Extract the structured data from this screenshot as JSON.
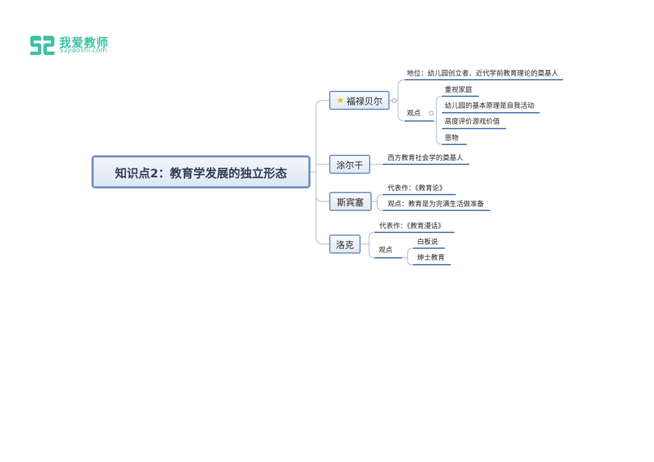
{
  "brand": {
    "logo_cn": "我爱教师",
    "logo_en": "52jiaoshi.com",
    "color": "#3cc2a4"
  },
  "mindmap": {
    "root": "知识点2：教育学发展的独立形态",
    "branches": [
      {
        "label": "福禄贝尔",
        "starred": true,
        "children": [
          {
            "label": "地位：幼儿园创立者、近代学前教育理论的奠基人"
          },
          {
            "label": "观点",
            "children": [
              "重视家庭",
              "幼儿园的基本原理是自我活动",
              "高度评价游戏价值",
              "恩物"
            ]
          }
        ]
      },
      {
        "label": "涂尔干",
        "children": [
          {
            "label": "西方教育社会学的奠基人"
          }
        ]
      },
      {
        "label": "斯宾塞",
        "children": [
          {
            "label": "代表作：《教育论》"
          },
          {
            "label": "观点：教育是为完满生活做准备"
          }
        ]
      },
      {
        "label": "洛克",
        "children": [
          {
            "label": "代表作：《教育漫话》"
          },
          {
            "label": "观点",
            "children": [
              "白板说",
              "绅士教育"
            ]
          }
        ]
      }
    ]
  },
  "colors": {
    "line": "#9fb3cf",
    "underline": "#5a7fb4",
    "node_border": "#7e9cc6",
    "star": "#f1b81c"
  }
}
